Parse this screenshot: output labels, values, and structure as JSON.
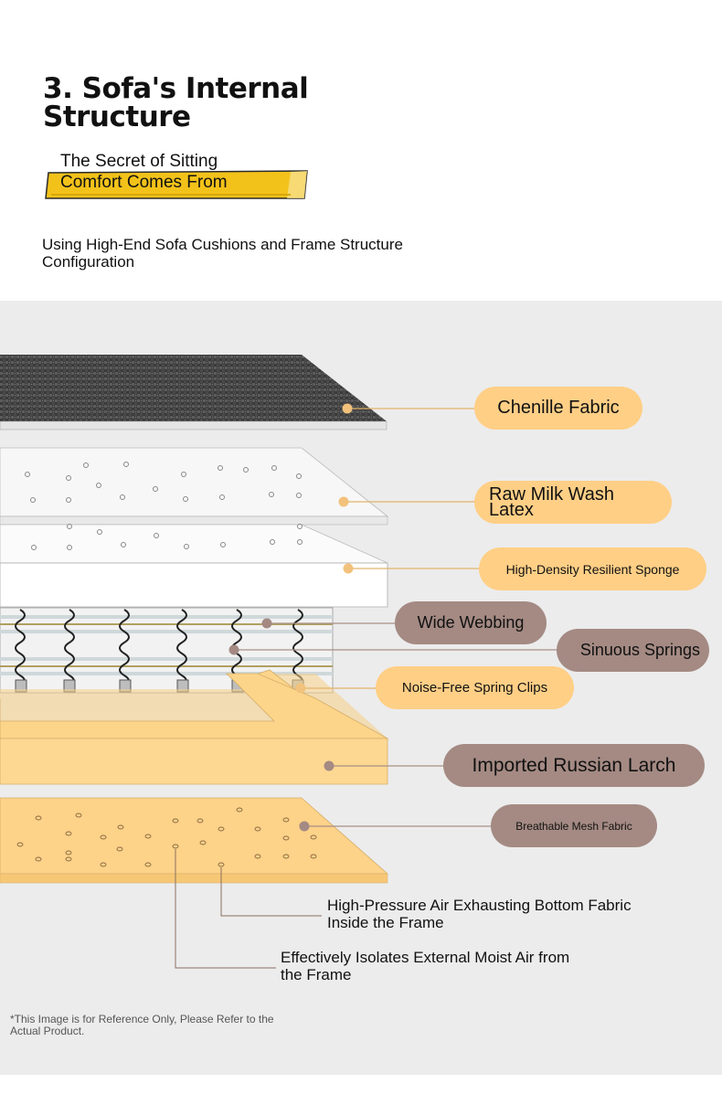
{
  "header": {
    "title_line1": "3. Sofa's Internal",
    "title_line2": "Structure",
    "subtitle_line1": "The Secret of Sitting",
    "subtitle_line2": "Comfort Comes From",
    "description": "Using High-End Sofa Cushions and Frame Structure Configuration"
  },
  "layers": {
    "chenille": "Chenille Fabric",
    "latex_line1": "Raw Milk Wash",
    "latex_line2": "Latex",
    "sponge": "High-Density Resilient Sponge",
    "webbing": "Wide Webbing",
    "springs": "Sinuous Springs",
    "clips": "Noise-Free Spring Clips",
    "larch": "Imported Russian Larch",
    "mesh": "Breathable Mesh Fabric"
  },
  "notes": {
    "exhaust_line1": "High-Pressure Air Exhausting Bottom Fabric",
    "exhaust_line2": "Inside the Frame",
    "isolate_line1": "Effectively Isolates External Moist Air from",
    "isolate_line2": "the Frame"
  },
  "footer": {
    "disclaimer": "*This Image is for Reference Only, Please Refer to the Actual Product."
  },
  "colors": {
    "gold_pill": "#ffcf86",
    "brown_pill": "#a48a83",
    "wood": "#fcd58a",
    "panel": "#ececec",
    "fabric": "#3c3c3c"
  }
}
